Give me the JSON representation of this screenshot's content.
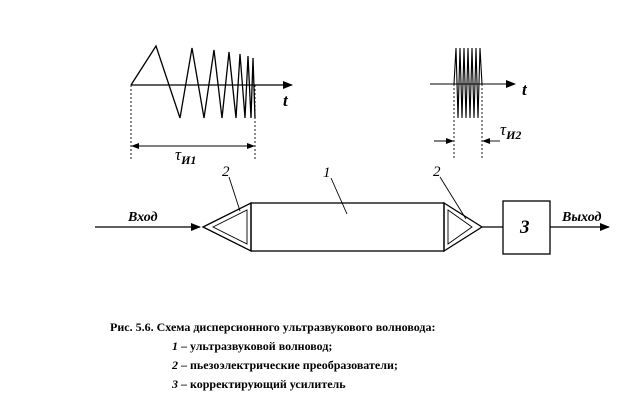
{
  "signals": {
    "axis_label_t_left": "t",
    "axis_label_t_right": "t",
    "tau1_main": "τ",
    "tau1_sub": "И1",
    "tau2_main": "τ",
    "tau2_sub": "И2"
  },
  "device": {
    "label_1": "1",
    "label_2_left": "2",
    "label_2_right": "2",
    "label_3": "3",
    "input_label": "Вход",
    "output_label": "Выход"
  },
  "caption": {
    "title": "Рис. 5.6. Схема дисперсионного ультразвукового волновода:",
    "items": [
      {
        "num": "1",
        "text": " – ультразвуковой волновод;"
      },
      {
        "num": "2",
        "text": " – пьезоэлектрические преобразователи;"
      },
      {
        "num": "3",
        "text": " – корректирующий  усилитель"
      }
    ]
  }
}
